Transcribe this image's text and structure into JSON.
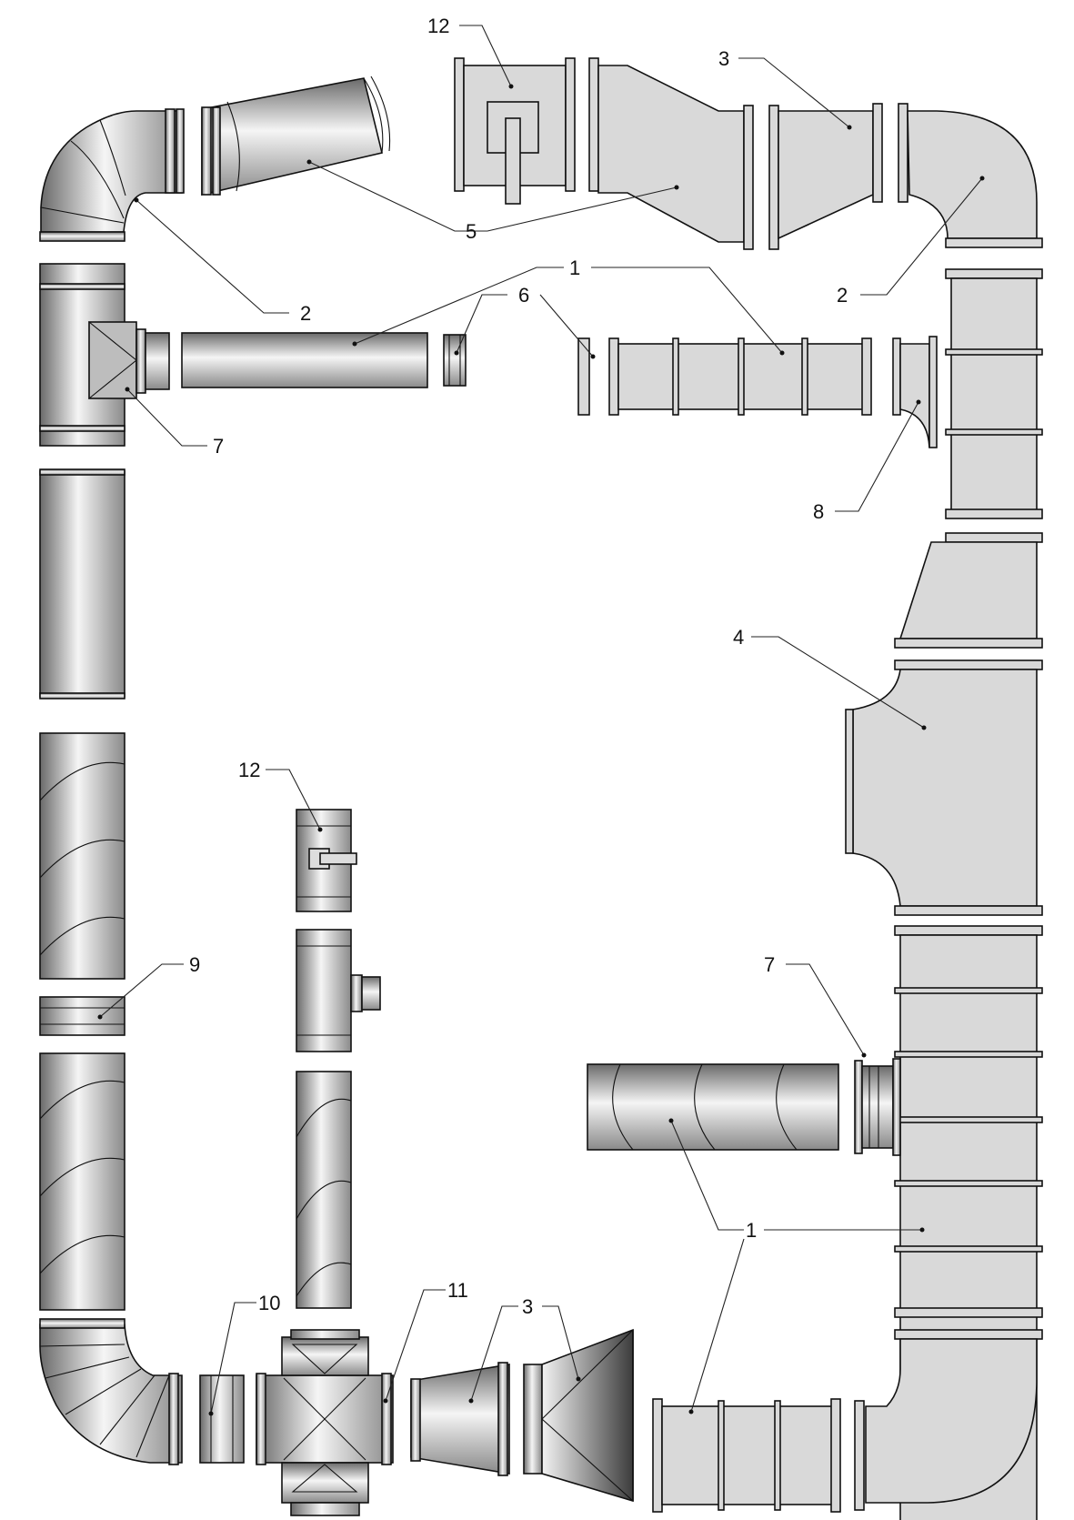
{
  "diagram": {
    "callouts": [
      {
        "id": "c12a",
        "text": "12"
      },
      {
        "id": "c3a",
        "text": "3"
      },
      {
        "id": "c5",
        "text": "5"
      },
      {
        "id": "c2a",
        "text": "2"
      },
      {
        "id": "c2b",
        "text": "2"
      },
      {
        "id": "c1a",
        "text": "1"
      },
      {
        "id": "c6",
        "text": "6"
      },
      {
        "id": "c7a",
        "text": "7"
      },
      {
        "id": "c8",
        "text": "8"
      },
      {
        "id": "c4",
        "text": "4"
      },
      {
        "id": "c12b",
        "text": "12"
      },
      {
        "id": "c9",
        "text": "9"
      },
      {
        "id": "c7b",
        "text": "7"
      },
      {
        "id": "c1b",
        "text": "1"
      },
      {
        "id": "c10",
        "text": "10"
      },
      {
        "id": "c11",
        "text": "11"
      },
      {
        "id": "c3b",
        "text": "3"
      }
    ],
    "colors": {
      "rect_duct_fill": "#d9d9d9",
      "outline": "#111111",
      "round_duct_dark": "#6e6e6e",
      "round_duct_light": "#f4f4f4"
    }
  }
}
